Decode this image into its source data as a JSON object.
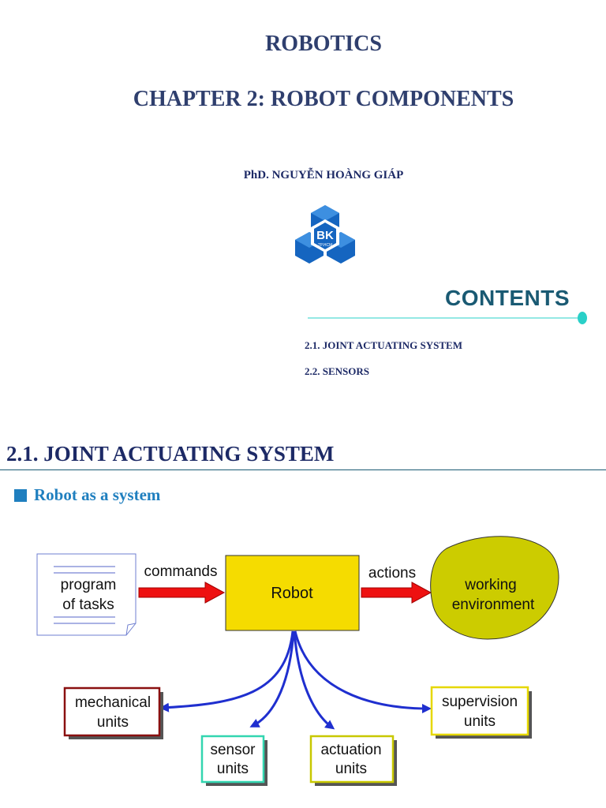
{
  "header": {
    "title": "ROBOTICS",
    "chapter": "CHAPTER 2: ROBOT COMPONENTS",
    "author": "PhD. NGUYỄN HOÀNG GIÁP"
  },
  "logo": {
    "main_text": "BK",
    "sub_text": "TP.HCM"
  },
  "contents": {
    "title": "CONTENTS",
    "items": [
      "2.1. JOINT ACTUATING SYSTEM",
      "2.2. SENSORS"
    ]
  },
  "section": {
    "heading": "2.1. JOINT ACTUATING SYSTEM",
    "bullet": "Robot as a system"
  },
  "diagram": {
    "program": [
      "program",
      "of tasks"
    ],
    "commands_label": "commands",
    "robot_label": "Robot",
    "actions_label": "actions",
    "environment": [
      "working",
      "environment"
    ],
    "mechanical": [
      "mechanical",
      "units"
    ],
    "sensor": [
      "sensor",
      "units"
    ],
    "actuation": [
      "actuation",
      "units"
    ],
    "supervision": [
      "supervision",
      "units"
    ]
  },
  "colors": {
    "title": "#2f3f6e",
    "contents": "#1a5a73",
    "bullet": "#1f7fbf",
    "robot_fill": "#f5dc00",
    "environment_fill": "#cccc00",
    "arrow_red": "#ee1111",
    "arrow_blue": "#1f2fcf",
    "mechanical_border": "#8a1010",
    "sensor_border": "#33d6b0",
    "actuation_border": "#c8c800",
    "supervision_border": "#e6d800"
  }
}
